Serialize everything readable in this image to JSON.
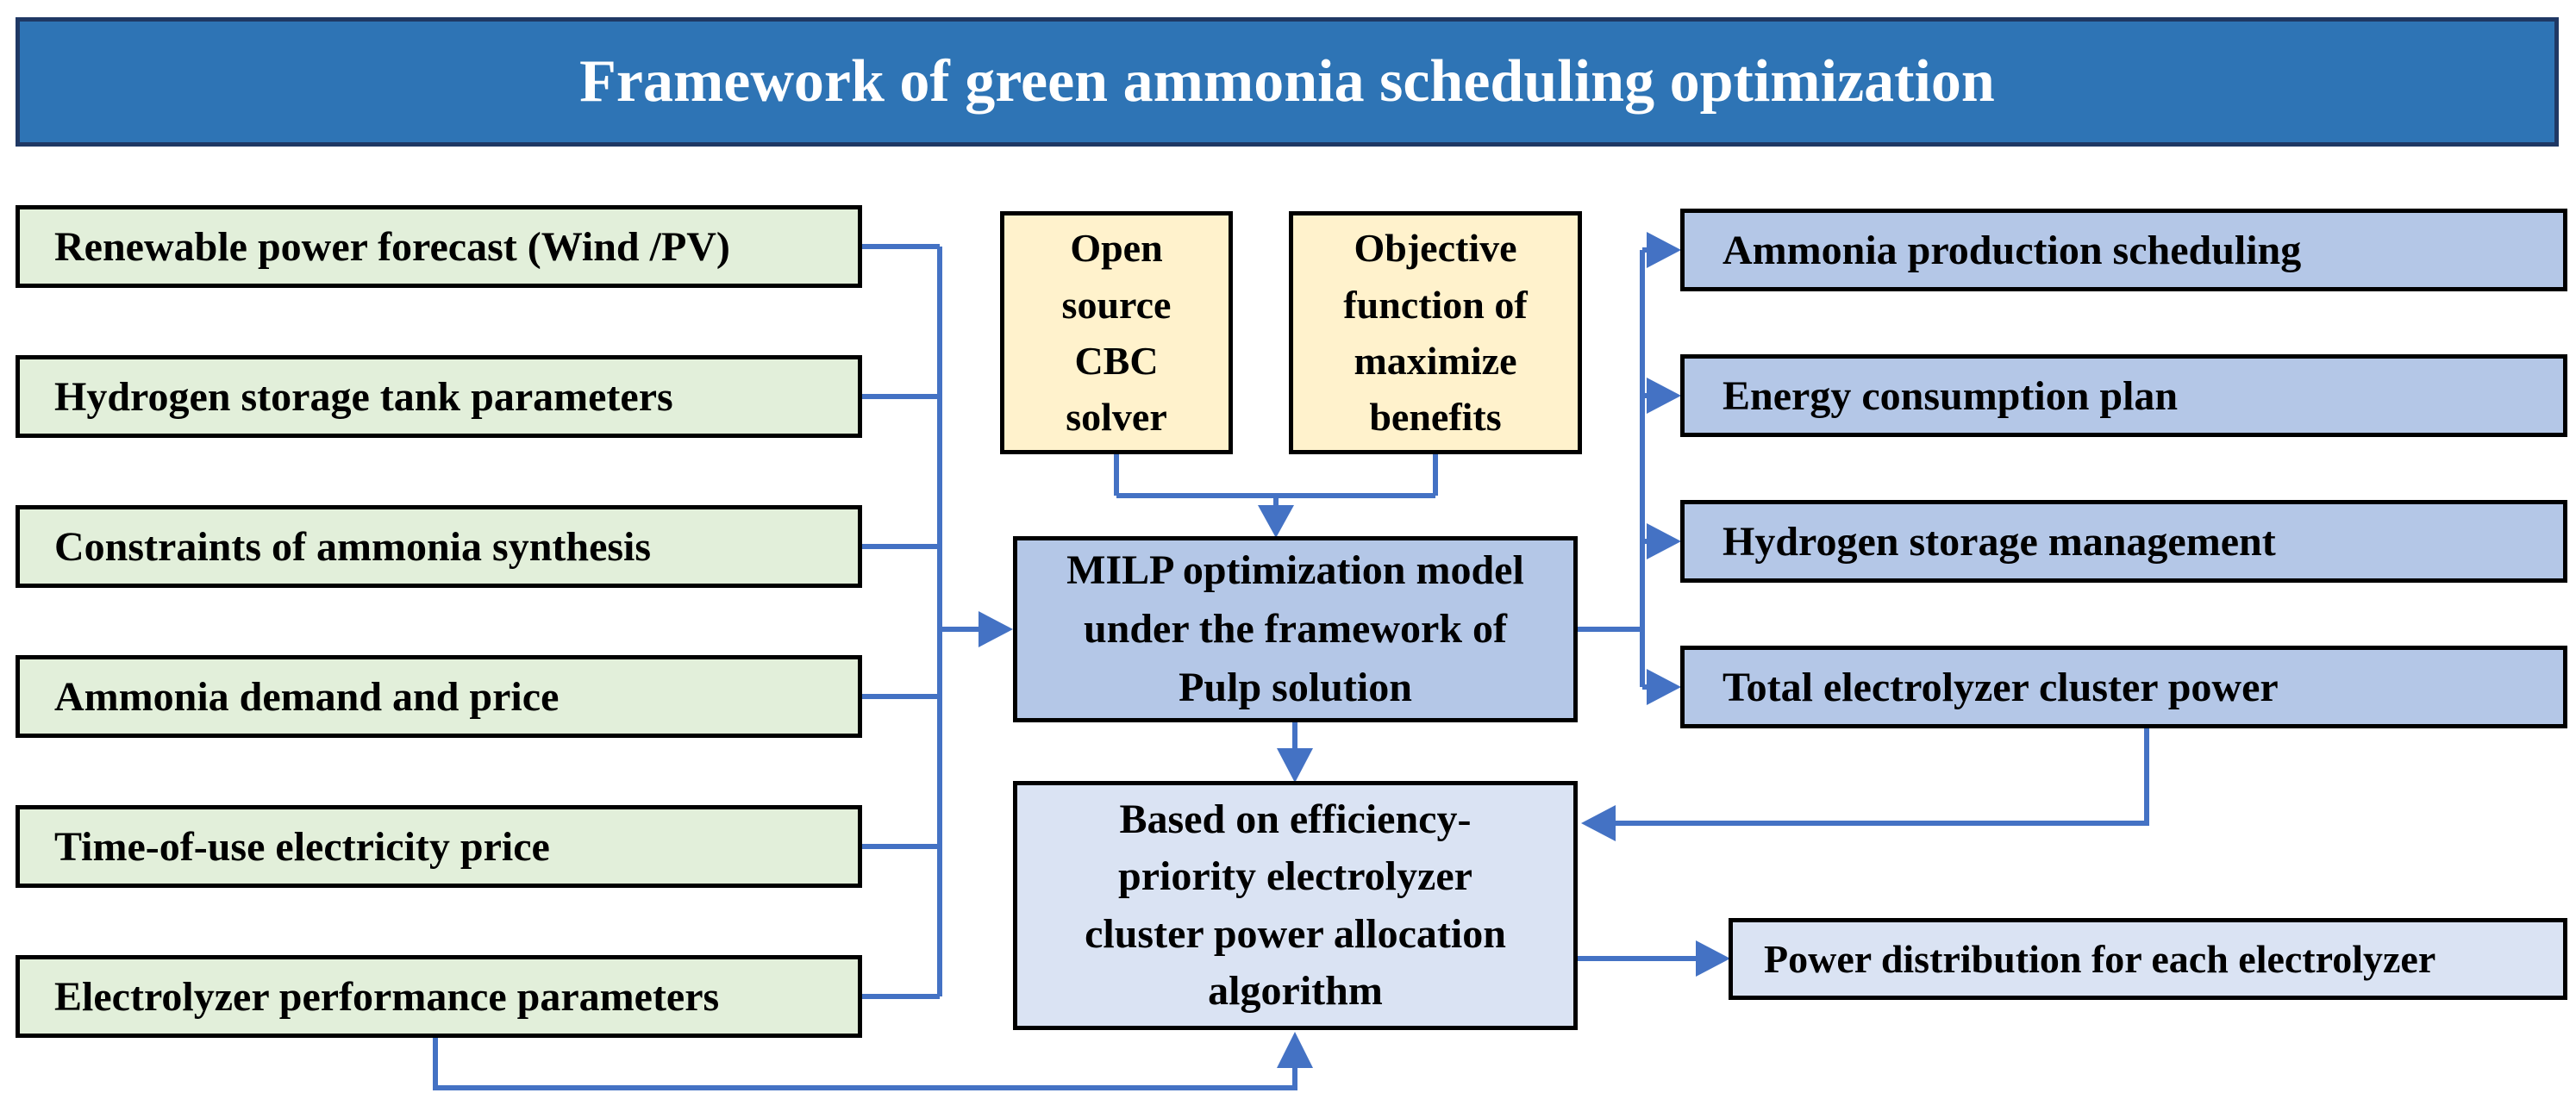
{
  "title": "Framework of green ammonia scheduling optimization",
  "colors": {
    "title-bg": "#2E74B5",
    "title-border": "#1F3864",
    "title-text": "#FFFFFF",
    "input-fill": "#E2EFDA",
    "solver-fill": "#FFF2CC",
    "model-fill": "#B4C7E7",
    "output-fill": "#B4C7E7",
    "algo-fill": "#DAE3F3",
    "box-border": "#000000",
    "connector": "#4472C4",
    "text": "#000000"
  },
  "inputs": [
    "Renewable power forecast (Wind /PV)",
    "Hydrogen storage tank parameters",
    "Constraints of ammonia synthesis",
    "Ammonia demand and price",
    "Time-of-use electricity price",
    "Electrolyzer performance parameters"
  ],
  "solver": "Open\nsource\nCBC\nsolver",
  "objective": "Objective\nfunction of\nmaximize\nbenefits",
  "milp_model": "MILP optimization model\nunder the framework of\nPulp solution",
  "allocation_algorithm": "Based on efficiency-\npriority electrolyzer\ncluster power allocation\nalgorithm",
  "outputs": [
    "Ammonia production scheduling",
    "Energy consumption plan",
    "Hydrogen storage management",
    "Total electrolyzer cluster power"
  ],
  "power_distribution": "Power distribution for each electrolyzer"
}
